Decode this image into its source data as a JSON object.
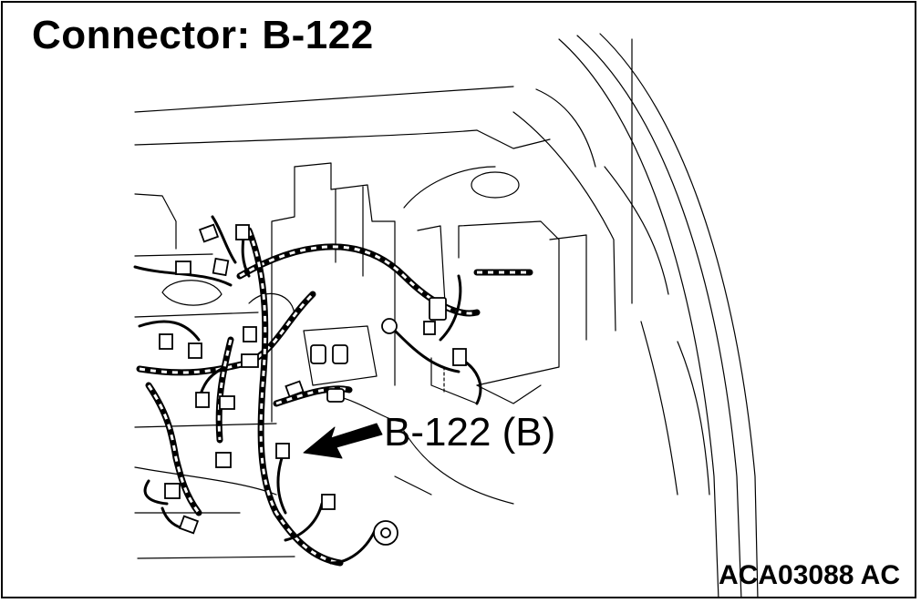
{
  "title": "Connector: B-122",
  "callout_label": "B-122 (B)",
  "figure_id": "ACA03088 AC"
}
